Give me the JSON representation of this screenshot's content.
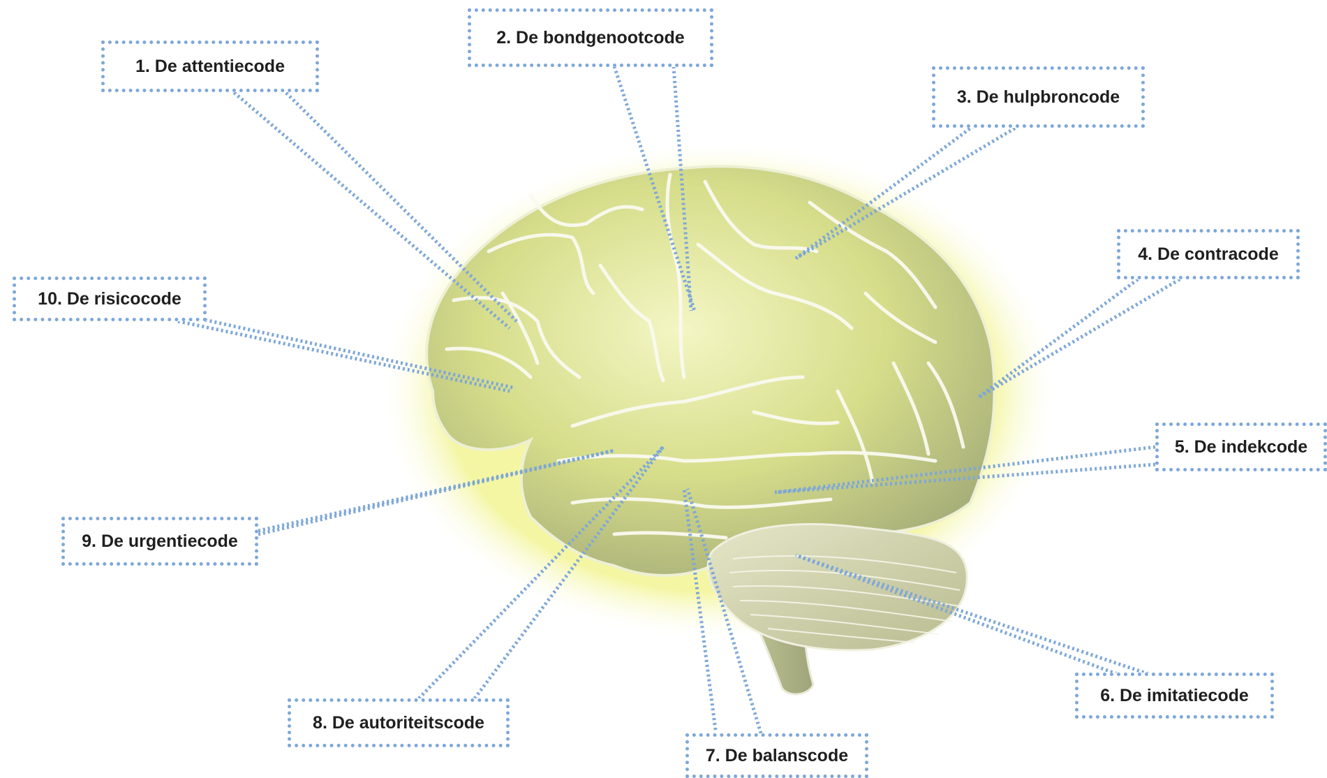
{
  "diagram": {
    "subject": "brain-lateral-view",
    "colors": {
      "brain_fill": "#d6dd8a",
      "brain_highlight": "#f1f3b8",
      "sulci": "#f7f7ea",
      "shadow": "#8f9a6a",
      "cerebellum": "#c9c99a",
      "leader_line": "#7ea7d8",
      "label_text": "#1f1f1f"
    },
    "labels": [
      {
        "id": "attentie",
        "text": "1. De attentiecode"
      },
      {
        "id": "bondgenoot",
        "text": "2. De bondgenootcode"
      },
      {
        "id": "hulpbron",
        "text": "3. De hulpbroncode"
      },
      {
        "id": "contra",
        "text": "4. De contracode"
      },
      {
        "id": "indek",
        "text": "5. De indekcode"
      },
      {
        "id": "imitatie",
        "text": "6. De imitatiecode"
      },
      {
        "id": "balans",
        "text": "7. De balanscode"
      },
      {
        "id": "autoriteit",
        "text": "8. De autoriteitscode"
      },
      {
        "id": "urgentie",
        "text": "9. De urgentiecode"
      },
      {
        "id": "risico",
        "text": "10. De risicocode"
      }
    ]
  }
}
